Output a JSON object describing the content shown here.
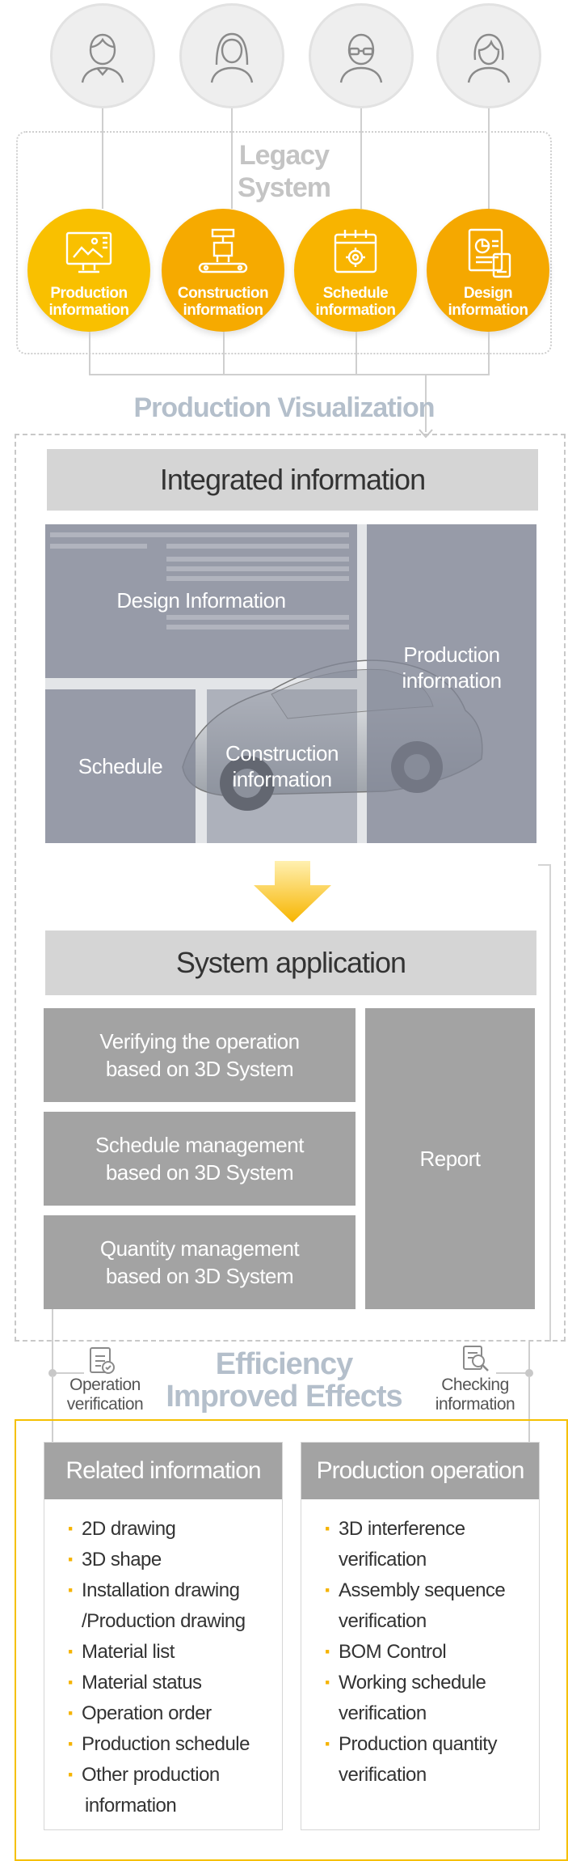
{
  "legacy": {
    "title_line1": "Legacy",
    "title_line2": "System",
    "items": [
      {
        "line1": "Production",
        "line2": "information",
        "icon": "monitor-image-icon"
      },
      {
        "line1": "Construction",
        "line2": "information",
        "icon": "robot-arm-icon"
      },
      {
        "line1": "Schedule",
        "line2": "information",
        "icon": "calendar-gear-icon"
      },
      {
        "line1": "Design",
        "line2": "information",
        "icon": "document-chart-icon"
      }
    ]
  },
  "visualization": {
    "title": "Production Visualization",
    "integrated_title": "Integrated information",
    "panels": {
      "design": "Design Information",
      "production_line1": "Production",
      "production_line2": "information",
      "schedule": "Schedule",
      "construction_line1": "Construction",
      "construction_line2": "information"
    }
  },
  "application": {
    "title": "System application",
    "items": [
      {
        "line1": "Verifying the operation",
        "line2": "based on 3D System"
      },
      {
        "line1": "Schedule management",
        "line2": "based on 3D System"
      },
      {
        "line1": "Quantity management",
        "line2": "based on 3D System"
      }
    ],
    "report": "Report"
  },
  "efficiency": {
    "title_line1": "Efficiency",
    "title_line2": "Improved Effects",
    "left_label_line1": "Operation",
    "left_label_line2": "verification",
    "right_label_line1": "Checking",
    "right_label_line2": "information"
  },
  "cards": {
    "related": {
      "title": "Related information",
      "items": [
        [
          "2D drawing"
        ],
        [
          "3D shape"
        ],
        [
          "Installation drawing",
          "/Production drawing"
        ],
        [
          "Material list"
        ],
        [
          "Material status"
        ],
        [
          "Operation order"
        ],
        [
          "Production schedule"
        ],
        [
          "Other production",
          "information"
        ]
      ]
    },
    "production": {
      "title": "Production operation",
      "items": [
        [
          "3D interference",
          "verification"
        ],
        [
          "Assembly sequence",
          "verification"
        ],
        [
          "BOM Control"
        ],
        [
          "Working schedule",
          "verification"
        ],
        [
          "Production quantity",
          "verification"
        ]
      ]
    }
  },
  "colors": {
    "accent_yellow": "#f7b500",
    "section_title": "#b4bfcb",
    "panel_grey": "#a3a3a3"
  }
}
